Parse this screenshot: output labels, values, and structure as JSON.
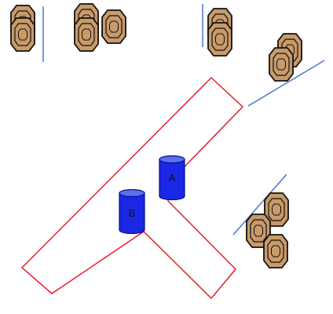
{
  "colors": {
    "background": "#ffffff",
    "course_outline": "#e8202a",
    "wall_line": "#4a78c8",
    "barrel_fill": "#1a28e6",
    "barrel_top": "#5b6ff2",
    "barrel_stroke": "#0a1280",
    "target_fill": "#c99a6a",
    "target_stroke": "#111111"
  },
  "barrels": [
    {
      "id": "barrel-a",
      "label": "A"
    },
    {
      "id": "barrel-b",
      "label": "B"
    }
  ],
  "target_groups": [
    {
      "id": "top-left",
      "count": 2
    },
    {
      "id": "top-center",
      "count": 3
    },
    {
      "id": "top-right-center",
      "count": 2
    },
    {
      "id": "right-upper",
      "count": 2
    },
    {
      "id": "right-lower",
      "count": 3
    }
  ]
}
